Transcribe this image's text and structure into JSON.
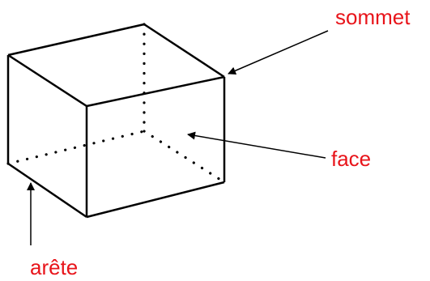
{
  "colors": {
    "label": "#e8141a",
    "line": "#000000",
    "background": "#ffffff"
  },
  "labels": {
    "vertex": "sommet",
    "face": "face",
    "edge": "arête"
  }
}
